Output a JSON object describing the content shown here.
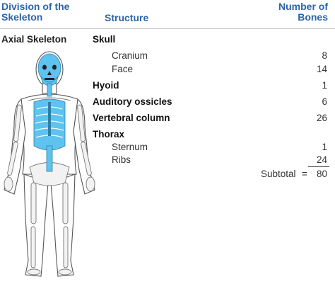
{
  "header": {
    "division_line1": "Division of the",
    "division_line2": "Skeleton",
    "structure": "Structure",
    "number_line1": "Number of",
    "number_line2": "Bones"
  },
  "section": "Axial Skeleton",
  "rows": [
    {
      "label": "Skull",
      "value": "",
      "kind": "main"
    },
    {
      "label": "Cranium",
      "value": "8",
      "kind": "sub"
    },
    {
      "label": "Face",
      "value": "14",
      "kind": "sub"
    },
    {
      "label": "Hyoid",
      "value": "1",
      "kind": "main"
    },
    {
      "label": "Auditory ossicles",
      "value": "6",
      "kind": "main"
    },
    {
      "label": "Vertebral column",
      "value": "26",
      "kind": "main"
    },
    {
      "label": "Thorax",
      "value": "",
      "kind": "main"
    },
    {
      "label": "Sternum",
      "value": "1",
      "kind": "sub"
    },
    {
      "label": "Ribs",
      "value": "24",
      "kind": "sub"
    }
  ],
  "subtotal": {
    "label": "Subtotal",
    "equals": "=",
    "value": "80"
  },
  "colors": {
    "header_text": "#2b64a8",
    "axial_highlight": "#5fc3f0",
    "outline": "#555555"
  }
}
